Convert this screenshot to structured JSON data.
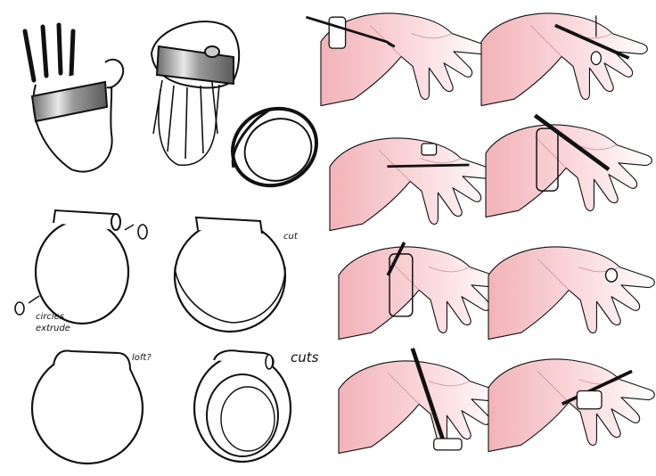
{
  "annotations": {
    "cut": "cut",
    "circles": "circles",
    "extrude": "extrude",
    "loft": "loft?",
    "cuts": "cuts"
  },
  "colors": {
    "ink": "#111111",
    "skin_shade": "#f2b9bd",
    "skin_light": "#fde8ea",
    "metal": "#9a9a9a"
  }
}
